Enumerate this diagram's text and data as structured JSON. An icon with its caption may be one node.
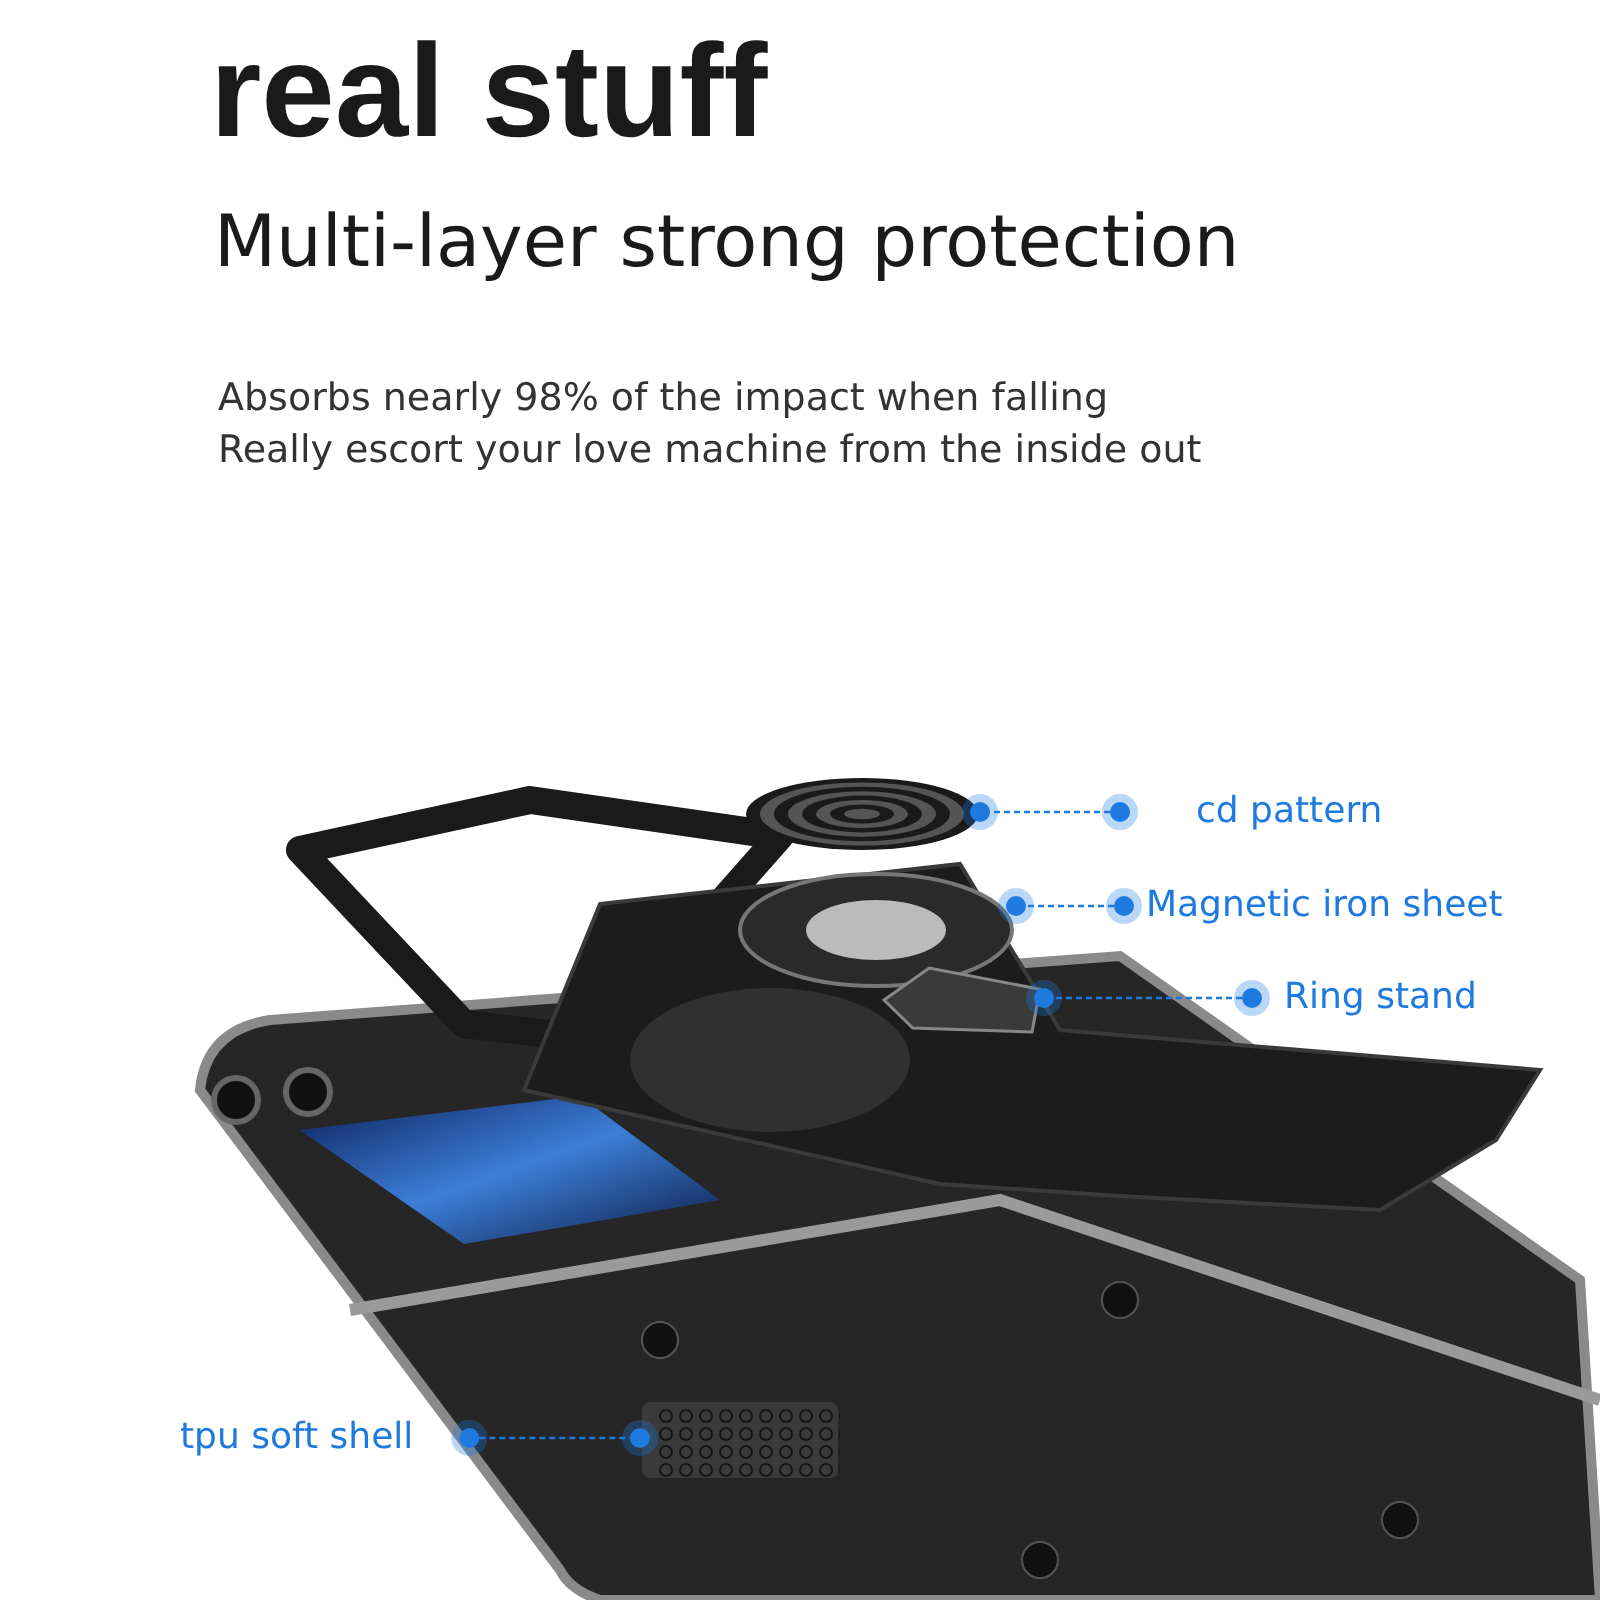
{
  "diagram": {
    "title": "real stuff",
    "nodes": [
      {
        "text": [
          "cd pattern"
        ]
      },
      {
        "text": [
          "Magnetic iron sheet"
        ]
      },
      {
        "text": [
          "Ring stand"
        ]
      },
      {
        "text": [
          "tpu soft shell"
        ]
      },
      {
        "text": [],
        "shape": "picture"
      },
      {
        "text": [],
        "shape": "picture"
      },
      {
        "text": [],
        "shape": "picture"
      },
      {
        "text": [],
        "shape": "picture"
      }
    ],
    "edges": [
      {
        "from": 0,
        "to": 4,
        "arrow": "other",
        "style": "dashed"
      },
      {
        "from": 1,
        "to": 5,
        "arrow": "other",
        "style": "dashed"
      },
      {
        "from": 2,
        "to": 6,
        "arrow": "other",
        "style": "dashed"
      },
      {
        "from": 3,
        "to": 7,
        "arrow": "other",
        "style": "dashed"
      }
    ],
    "labels": [
      "Multi-layer strong protection",
      "Absorbs nearly 98% of the impact when falling",
      "Really escort your love machine from the inside out"
    ]
  }
}
